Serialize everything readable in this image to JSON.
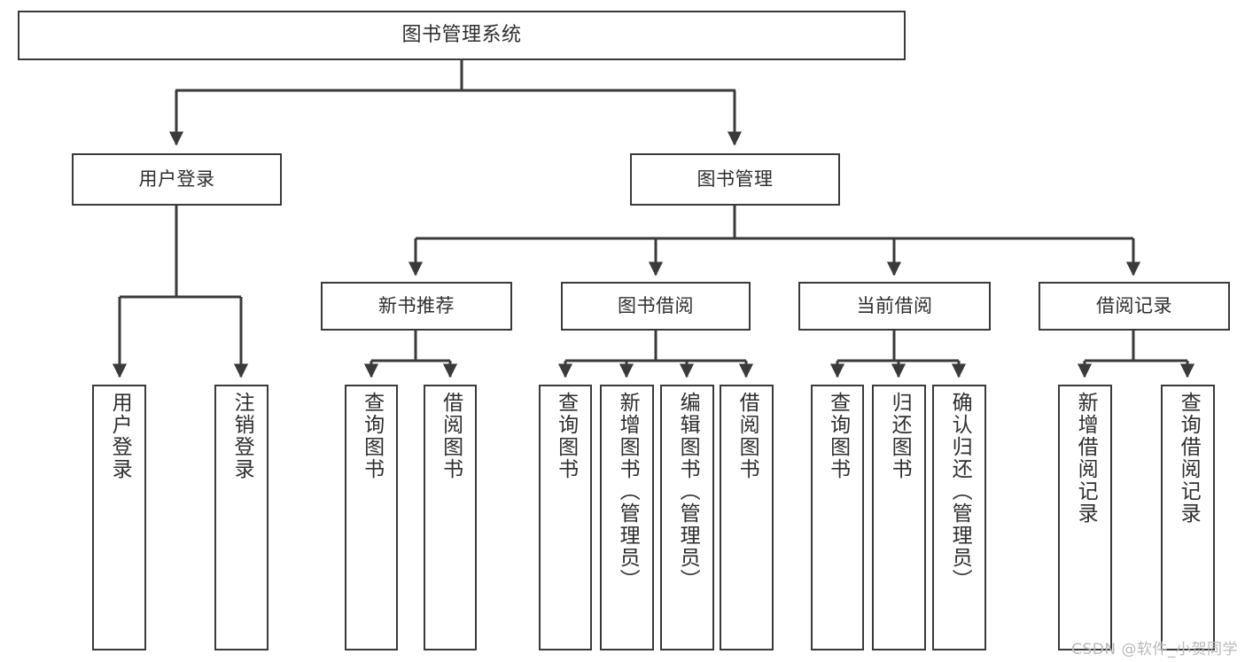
{
  "diagram": {
    "type": "tree",
    "title": "图书管理系统",
    "root": {
      "id": "root",
      "label": "图书管理系统"
    },
    "level1": [
      {
        "id": "user-login",
        "label": "用户登录"
      },
      {
        "id": "book-manage",
        "label": "图书管理"
      }
    ],
    "level2": [
      {
        "id": "new-book-rec",
        "label": "新书推荐",
        "parent": "book-manage"
      },
      {
        "id": "book-borrow",
        "label": "图书借阅",
        "parent": "book-manage"
      },
      {
        "id": "current-borrow",
        "label": "当前借阅",
        "parent": "book-manage"
      },
      {
        "id": "borrow-record",
        "label": "借阅记录",
        "parent": "book-manage"
      }
    ],
    "leaves": [
      {
        "id": "leaf-user-login",
        "label": "用户登录",
        "parent": "user-login"
      },
      {
        "id": "leaf-logout",
        "label": "注销登录",
        "parent": "user-login"
      },
      {
        "id": "leaf-query-book-1",
        "label": "查询图书",
        "parent": "new-book-rec"
      },
      {
        "id": "leaf-borrow-book-1",
        "label": "借阅图书",
        "parent": "new-book-rec"
      },
      {
        "id": "leaf-query-book-2",
        "label": "查询图书",
        "parent": "book-borrow"
      },
      {
        "id": "leaf-add-book",
        "label": "新增图书（管理员）",
        "parent": "book-borrow"
      },
      {
        "id": "leaf-edit-book",
        "label": "编辑图书（管理员）",
        "parent": "book-borrow"
      },
      {
        "id": "leaf-borrow-book-2",
        "label": "借阅图书",
        "parent": "book-borrow"
      },
      {
        "id": "leaf-query-book-3",
        "label": "查询图书",
        "parent": "current-borrow"
      },
      {
        "id": "leaf-return-book",
        "label": "归还图书",
        "parent": "current-borrow"
      },
      {
        "id": "leaf-confirm-return",
        "label": "确认归还（管理员）",
        "parent": "current-borrow"
      },
      {
        "id": "leaf-add-record",
        "label": "新增借阅记录",
        "parent": "borrow-record"
      },
      {
        "id": "leaf-query-record",
        "label": "查询借阅记录",
        "parent": "borrow-record"
      }
    ]
  },
  "watermark": {
    "text": "CSDN @软件_小贺同学"
  },
  "colors": {
    "stroke": "#3a3a3a",
    "text": "#2e2e2e",
    "background": "#ffffff",
    "watermark": "#b9b9b9"
  }
}
